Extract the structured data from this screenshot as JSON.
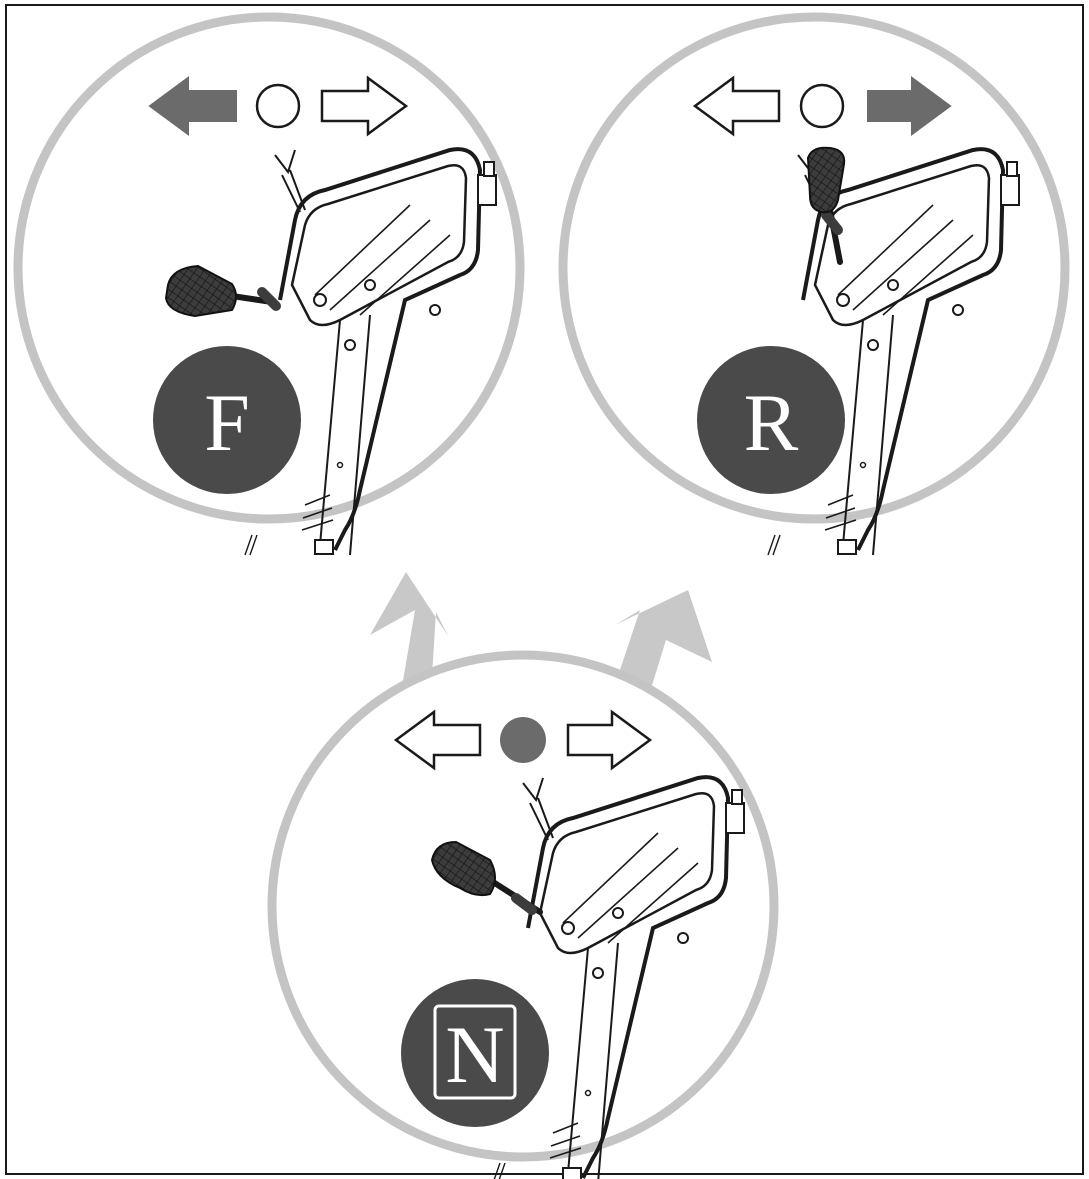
{
  "diagram": {
    "panels": [
      {
        "id": "forward",
        "letter": "F",
        "letter_boxed": false,
        "lever_direction": "left",
        "left_arrow": "filled",
        "center_dot": "hollow",
        "right_arrow": "outline"
      },
      {
        "id": "reverse",
        "letter": "R",
        "letter_boxed": false,
        "lever_direction": "up",
        "left_arrow": "outline",
        "center_dot": "hollow",
        "right_arrow": "filled"
      },
      {
        "id": "neutral",
        "letter": "N",
        "letter_boxed": true,
        "lever_direction": "upper-left",
        "left_arrow": "outline",
        "center_dot": "filled",
        "right_arrow": "outline"
      }
    ],
    "transitions": [
      {
        "from": "neutral",
        "to": "forward"
      },
      {
        "from": "neutral",
        "to": "reverse"
      }
    ],
    "colors": {
      "ring": "#c4c4c4",
      "badge": "#4a4a4a",
      "arrow_fill": "#6b6b6b",
      "transition_arrow": "#c8c8c8",
      "line": "#1a1a1a"
    }
  }
}
